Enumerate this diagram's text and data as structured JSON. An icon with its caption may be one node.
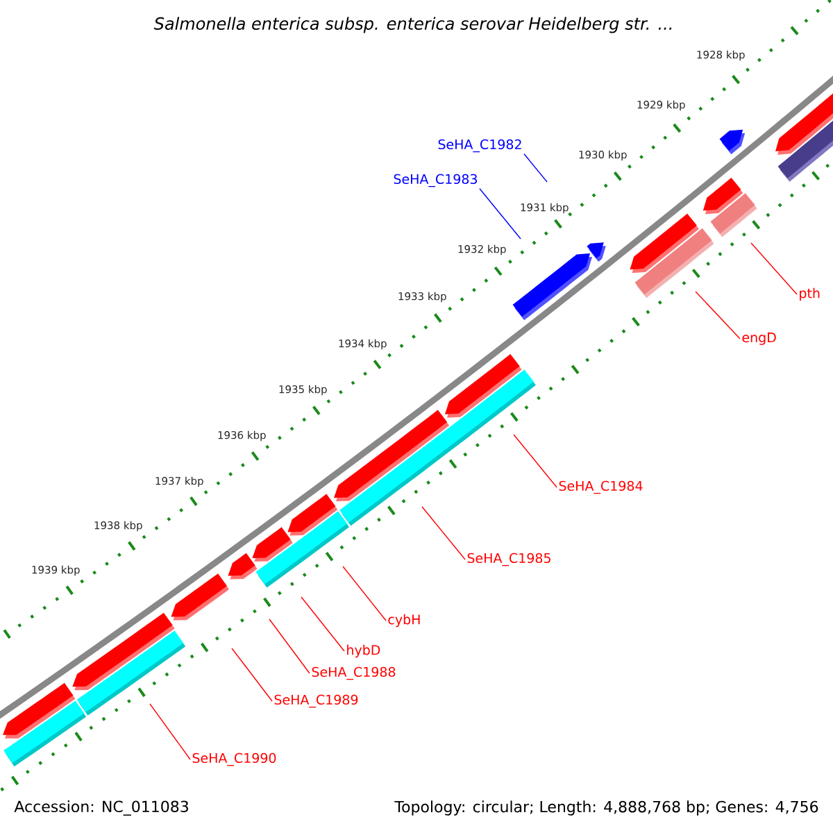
{
  "diagram": {
    "title": "Salmonella enterica subsp. enterica serovar Heidelberg str. ...",
    "nodes": [
      {
        "text": [
          "SeHA_C1982"
        ]
      },
      {
        "text": [
          "SeHA_C1983"
        ]
      },
      {
        "text": [
          "pth"
        ]
      },
      {
        "text": [
          "engD"
        ]
      },
      {
        "text": [
          "SeHA_C1984"
        ]
      },
      {
        "text": [
          "SeHA_C1985"
        ]
      },
      {
        "text": [
          "cybH"
        ]
      },
      {
        "text": [
          "hybD"
        ]
      },
      {
        "text": [
          "SeHA_C1988"
        ]
      },
      {
        "text": [
          "SeHA_C1989"
        ]
      },
      {
        "text": [
          "SeHA_C1990"
        ]
      }
    ],
    "edges": [
      {
        "from": 0,
        "to": null,
        "arrow": "none",
        "color": "#0000ff"
      },
      {
        "from": 1,
        "to": null,
        "arrow": "none",
        "color": "#0000ff"
      },
      {
        "from": 2,
        "to": null,
        "arrow": "none"
      },
      {
        "from": 3,
        "to": null,
        "arrow": "none"
      },
      {
        "from": 4,
        "to": null,
        "arrow": "none"
      },
      {
        "from": 5,
        "to": null,
        "arrow": "none"
      },
      {
        "from": 6,
        "to": null,
        "arrow": "none"
      },
      {
        "from": 7,
        "to": null,
        "arrow": "none"
      },
      {
        "from": 8,
        "to": null,
        "arrow": "none"
      },
      {
        "from": 9,
        "to": null,
        "arrow": "none"
      },
      {
        "from": 10,
        "to": null,
        "arrow": "none"
      }
    ],
    "labels": [
      "1928 kbp",
      "1929 kbp",
      "1930 kbp",
      "1931 kbp",
      "1932 kbp",
      "1933 kbp",
      "1934 kbp",
      "1935 kbp",
      "1936 kbp",
      "1937 kbp",
      "1938 kbp",
      "1939 kbp",
      "Accession: NC_011083",
      "Topology: circular; Length: 4,888,768 bp; Genes: 4,756"
    ]
  }
}
